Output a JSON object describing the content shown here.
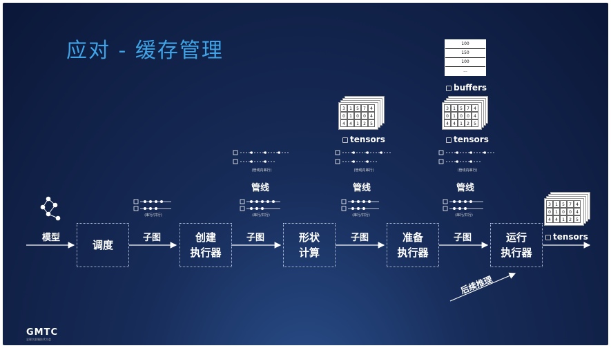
{
  "title": "应对 - 缓存管理",
  "flow": {
    "input_label": "模型",
    "boxes": [
      "调度",
      "创建\n执行器",
      "形状\n计算",
      "准备\n执行器",
      "运行\n执行器"
    ],
    "edges": [
      "子图",
      "子图",
      "子图",
      "子图"
    ]
  },
  "pipeline_label": "管线",
  "serial_parallel": "(串行/并行)",
  "in_pipeline_serial": "(管线内串行)",
  "tensors_label": "tensors",
  "buffers_label": "buffers",
  "buffer_values": [
    "100",
    "150",
    "100",
    "..."
  ],
  "tensor_grid": [
    [
      "3",
      "1",
      "5",
      "7",
      "4"
    ],
    [
      "0",
      "1",
      "0",
      "0",
      "4"
    ],
    [
      "4",
      "4",
      "1",
      "2",
      "5"
    ]
  ],
  "followup_label": "后续推理",
  "logo": "GMTC",
  "logo_sub": "全球大前端技术大会"
}
